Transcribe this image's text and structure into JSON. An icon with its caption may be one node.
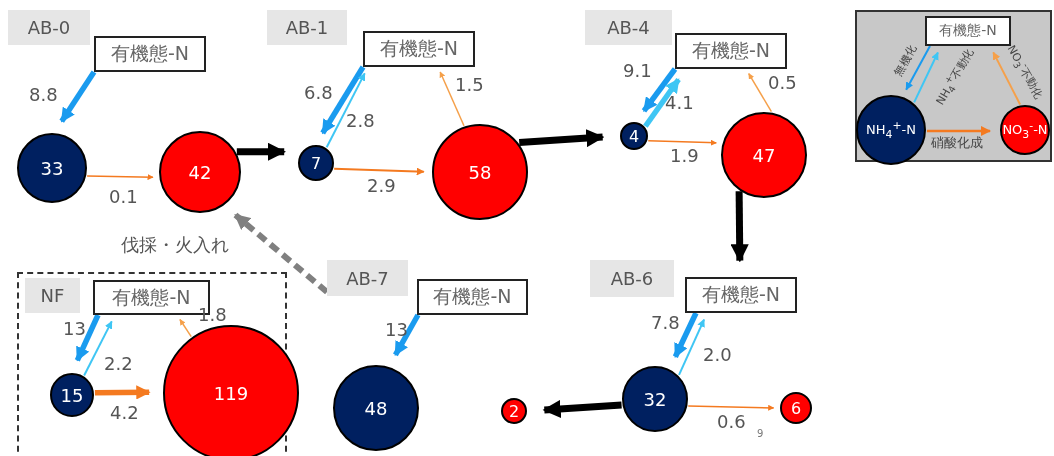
{
  "diagram": {
    "nodes": [
      {
        "text": [
          "AB-0"
        ]
      },
      {
        "text": [
          "有機態-N"
        ]
      },
      {
        "text": [
          "33"
        ]
      },
      {
        "text": [
          "42"
        ]
      },
      {
        "text": [
          "AB-1"
        ]
      },
      {
        "text": [
          "有機態-N"
        ]
      },
      {
        "text": [
          "7"
        ]
      },
      {
        "text": [
          "58"
        ]
      },
      {
        "text": [
          "AB-4"
        ]
      },
      {
        "text": [
          "有機態-N"
        ]
      },
      {
        "text": [
          "4"
        ]
      },
      {
        "text": [
          "47"
        ]
      },
      {
        "text": [],
        "shape": "box"
      },
      {
        "text": [
          "有機態-N"
        ],
        "in": 12
      },
      {
        "text": [
          "NH$_{4}$$^{+}$-N"
        ],
        "in": 12
      },
      {
        "text": [
          "NO$_{3}$$^{-}$-N"
        ],
        "in": 12
      },
      {
        "text": [],
        "shape": "box"
      },
      {
        "text": [
          "NF"
        ],
        "in": 16
      },
      {
        "text": [
          "有機態-N"
        ],
        "in": 16
      },
      {
        "text": [
          "15"
        ],
        "in": 16
      },
      {
        "text": [
          "119"
        ],
        "in": 16
      },
      {
        "text": [
          "AB-7"
        ]
      },
      {
        "text": [
          "有機態-N"
        ]
      },
      {
        "text": [
          "48"
        ]
      },
      {
        "text": [
          "2"
        ]
      },
      {
        "text": [
          "AB-6"
        ]
      },
      {
        "text": [
          "有機態-N"
        ]
      },
      {
        "text": [
          "32"
        ]
      },
      {
        "text": [
          "6"
        ]
      }
    ],
    "edges": [
      {
        "from": 1,
        "to": 2,
        "arrow": "to",
        "label": "8.8",
        "style": "thick",
        "color": "#1a9bef"
      },
      {
        "from": 2,
        "to": 3,
        "arrow": "to",
        "label": "0.1",
        "color": "#f47a20"
      },
      {
        "from": 5,
        "to": 6,
        "arrow": "to",
        "label": "6.8",
        "style": "thick",
        "color": "#1a9bef"
      },
      {
        "from": 6,
        "to": 5,
        "arrow": "to",
        "label": "2.8",
        "color": "#3fc6f4"
      },
      {
        "from": 6,
        "to": 7,
        "arrow": "to",
        "label": "2.9",
        "color": "#f47a20"
      },
      {
        "from": 7,
        "to": 5,
        "arrow": "to",
        "label": "1.5",
        "color": "#f5a04a"
      },
      {
        "from": 9,
        "to": 10,
        "arrow": "to",
        "label": "9.1",
        "style": "thick",
        "color": "#1a9bef"
      },
      {
        "from": 10,
        "to": 9,
        "arrow": "to",
        "label": "4.1",
        "style": "thick",
        "color": "#3fc6f4"
      },
      {
        "from": 10,
        "to": 11,
        "arrow": "to",
        "label": "1.9",
        "color": "#f47a20"
      },
      {
        "from": 11,
        "to": 9,
        "arrow": "to",
        "label": "0.5",
        "color": "#f5a04a"
      },
      {
        "from": 13,
        "to": 14,
        "arrow": "to",
        "label": "無機化",
        "color": "#1a9bef"
      },
      {
        "from": 14,
        "to": 13,
        "arrow": "to",
        "label": "NH$_{4}$$^{+}$不動化",
        "color": "#3fc6f4"
      },
      {
        "from": 14,
        "to": 15,
        "arrow": "to",
        "label": "硝酸化成",
        "color": "#f47a20"
      },
      {
        "from": 15,
        "to": 13,
        "arrow": "to",
        "label": "NO$_{3}$$^{-}$不動化",
        "color": "#f5a04a"
      },
      {
        "from": 18,
        "to": 19,
        "arrow": "to",
        "label": "13",
        "style": "thick",
        "color": "#1a9bef"
      },
      {
        "from": 19,
        "to": 18,
        "arrow": "to",
        "label": "2.2",
        "color": "#3fc6f4"
      },
      {
        "from": 19,
        "to": 20,
        "arrow": "to",
        "label": "4.2",
        "style": "thick",
        "color": "#f47a20"
      },
      {
        "from": 20,
        "to": 18,
        "arrow": "to",
        "label": "1.8",
        "color": "#f5a04a"
      },
      {
        "from": 22,
        "to": 23,
        "arrow": "to",
        "label": "13",
        "style": "thick",
        "color": "#1a9bef"
      },
      {
        "from": 26,
        "to": 27,
        "arrow": "to",
        "label": "7.8",
        "style": "thick",
        "color": "#1a9bef"
      },
      {
        "from": 27,
        "to": 26,
        "arrow": "to",
        "label": "2.0",
        "color": "#3fc6f4"
      },
      {
        "from": 27,
        "to": 28,
        "arrow": "to",
        "label": "0.6",
        "color": "#f47a20"
      },
      {
        "from": 21,
        "to": 3,
        "arrow": "to",
        "label": "伐採・火入れ",
        "style": "dashed",
        "color": "#808080"
      },
      {
        "from": 3,
        "to": 6,
        "arrow": "to",
        "style": "thick",
        "color": "#000000"
      },
      {
        "from": 7,
        "to": 10,
        "arrow": "to",
        "style": "thick",
        "color": "#000000"
      },
      {
        "from": 11,
        "to": 26,
        "arrow": "to",
        "style": "thick",
        "color": "#000000"
      },
      {
        "from": 27,
        "to": 24,
        "arrow": "to",
        "style": "thick",
        "color": "#000000"
      }
    ],
    "labels": [
      "9"
    ]
  }
}
